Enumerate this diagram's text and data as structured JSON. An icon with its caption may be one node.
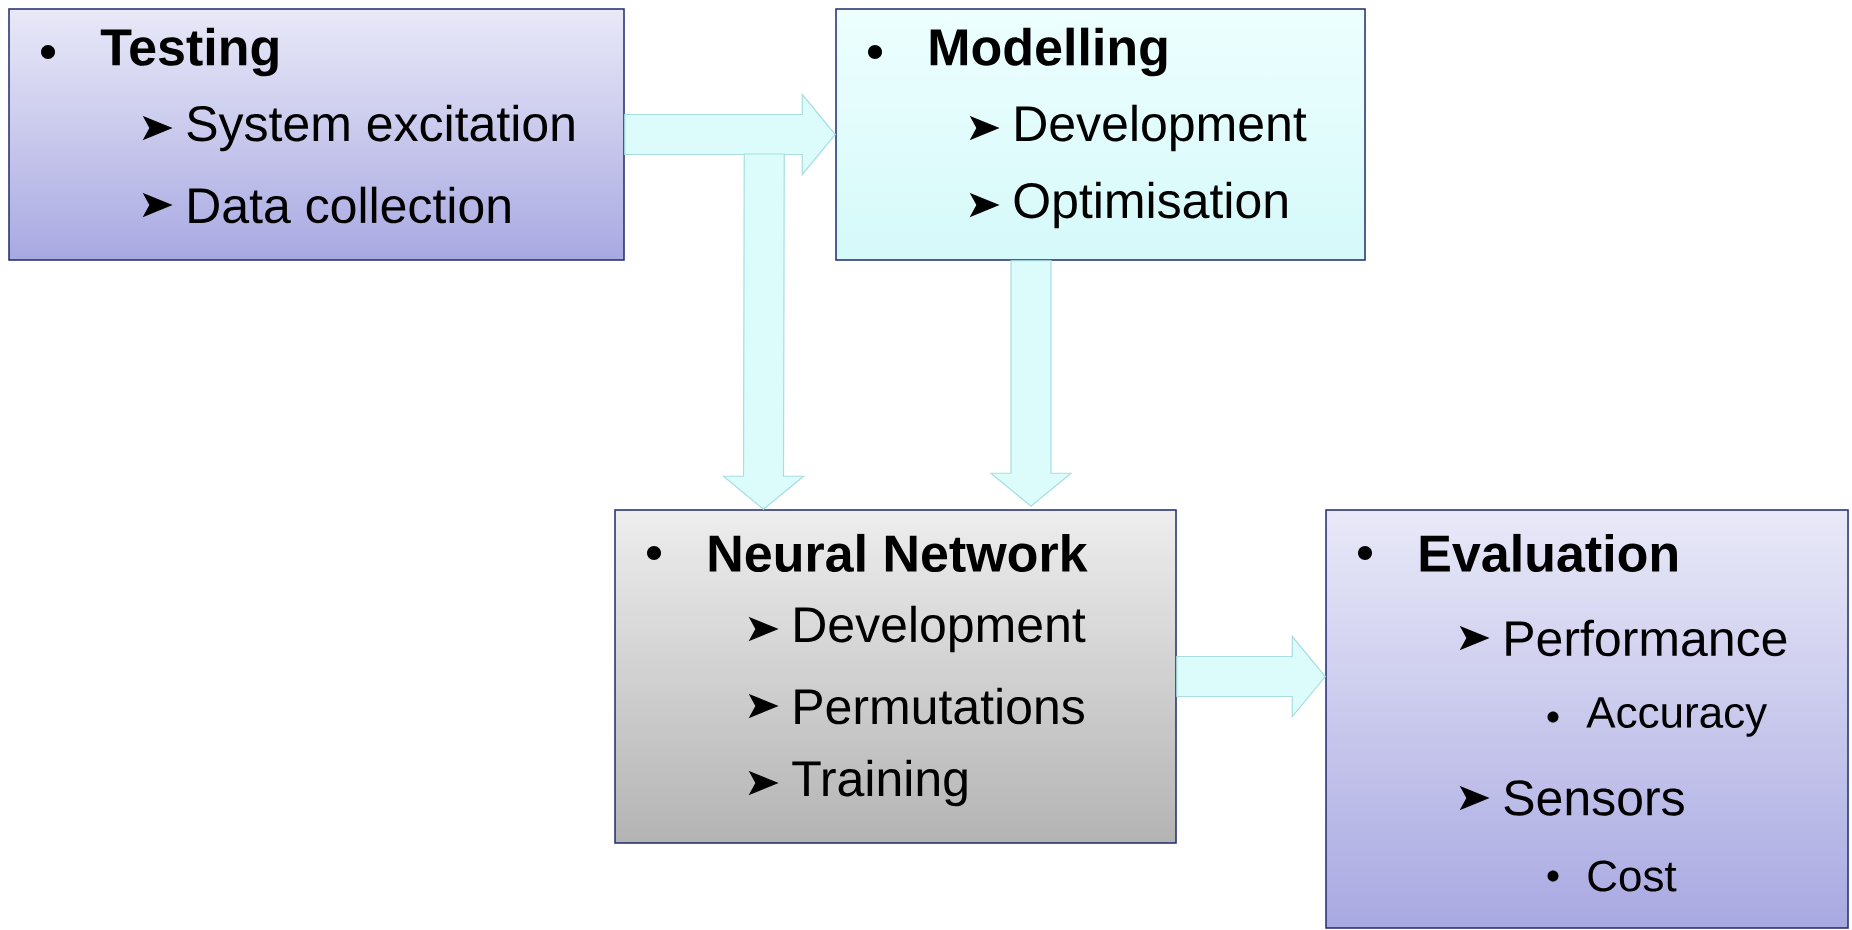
{
  "diagram": {
    "nodes": [
      {
        "text": [
          "Testing",
          "System excitation",
          "Data collection"
        ]
      },
      {
        "text": [
          "Modelling",
          "Development",
          "Optimisation"
        ]
      },
      {
        "text": [
          "Neural Network",
          "Development",
          "Permutations",
          "Training"
        ]
      },
      {
        "text": [
          "Evaluation",
          "Performance",
          "Accuracy",
          "Sensors",
          "Cost"
        ]
      }
    ],
    "edges": [
      {
        "from": 0,
        "to": 1,
        "arrow": "to"
      },
      {
        "from": 0,
        "to": 2,
        "arrow": "to"
      },
      {
        "from": 1,
        "to": 2,
        "arrow": "to"
      },
      {
        "from": 2,
        "to": 3,
        "arrow": "to"
      }
    ]
  }
}
